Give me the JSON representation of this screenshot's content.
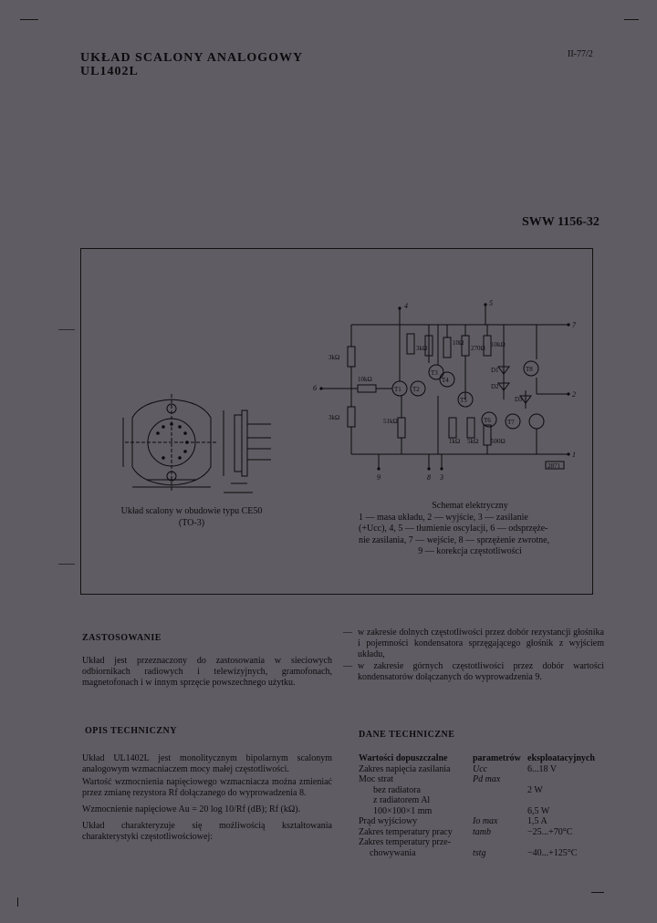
{
  "header": {
    "title_line1": "UKŁAD SCALONY ANALOGOWY",
    "title_line2": "UL1402L",
    "doc_number": "II-77/2",
    "catalog_number": "SWW 1156-32"
  },
  "package_figure": {
    "caption_line1": "Układ scalony w obudowie typu CE50",
    "caption_line2": "(TO-3)"
  },
  "schematic": {
    "caption": "Schemat elektryczny",
    "pins": [
      "1",
      "2",
      "3",
      "4",
      "5",
      "6",
      "7",
      "8",
      "9"
    ],
    "resistors": [
      "3kΩ",
      "10kΩ",
      "3kΩ",
      "51kΩ",
      "3kΩ",
      "10Ω",
      "270Ω",
      "1kΩ",
      "5kΩ",
      "10kΩ",
      "500Ω"
    ],
    "transistors": [
      "T1",
      "T2",
      "T3",
      "T4",
      "T5",
      "T6",
      "T7",
      "T8"
    ],
    "diodes": [
      "D1",
      "D2",
      "D3"
    ],
    "figure_number": "2871",
    "description_lines": [
      "1 — masa układu, 2 — wyjście, 3 — zasilanie",
      "(+Ucc), 4, 5 — tłumienie oscylacji, 6 — odsprzęże-",
      "nie zasilania, 7 — wejście, 8 — sprzężenie zwrotne,",
      "9 — korekcja częstotliwości"
    ]
  },
  "application": {
    "heading": "ZASTOSOWANIE",
    "paragraph": "Układ jest przeznaczony do zastosowania w sieciowych odbiornikach radiowych i telewizyjnych, gramofonach, magnetofonach i w innym sprzęcie powszechnego użytku.",
    "bullets": [
      "w zakresie dolnych częstotliwości przez dobór rezystancji głośnika i pojemności kondensatora sprzęgającego głośnik z wyjściem układu,",
      "w zakresie górnych częstotliwości przez dobór wartości kondensatorów dołączanych do wyprowadzenia 9."
    ]
  },
  "technical_description": {
    "heading": "OPIS TECHNICZNY",
    "p1": "Układ UL1402L jest monolitycznym bipolarnym scalonym analogowym wzmacniaczem mocy małej częstotliwości.",
    "p2": "Wartość wzmocnienia napięciowego wzmacniacza można zmieniać przez zmianę rezystora Rf dołączanego do wyprowadzenia 8.",
    "formula_prefix": "Wzmocnienie napięciowe",
    "formula": "Au = 20 log 10/Rf (dB); Rf (kΩ).",
    "p3": "Układ charakteryzuje się możliwością kształtowania charakterystyki częstotliwościowej:"
  },
  "technical_data": {
    "heading": "DANE TECHNICZNE",
    "columns": [
      "Wartości dopuszczalne",
      "parametrów",
      "eksploatacyjnych"
    ],
    "rows": [
      {
        "label": "Zakres napięcia zasilania",
        "symbol": "Ucc",
        "value": "6...18 V"
      },
      {
        "label": "Moc strat",
        "symbol": "Pd max",
        "value": ""
      },
      {
        "label": "bez radiatora",
        "symbol": "",
        "value": "2 W"
      },
      {
        "label": "z radiatorem Al",
        "symbol": "",
        "value": ""
      },
      {
        "label": "100×100×1 mm",
        "symbol": "",
        "value": "6,5 W"
      },
      {
        "label": "Prąd wyjściowy",
        "symbol": "Io max",
        "value": "1,5 A"
      },
      {
        "label": "Zakres temperatury pracy",
        "symbol": "tamb",
        "value": "−25...+70°C"
      },
      {
        "label": "Zakres temperatury prze-",
        "symbol": "",
        "value": ""
      },
      {
        "label": "chowywania",
        "symbol": "tstg",
        "value": "−40...+125°C"
      }
    ]
  }
}
